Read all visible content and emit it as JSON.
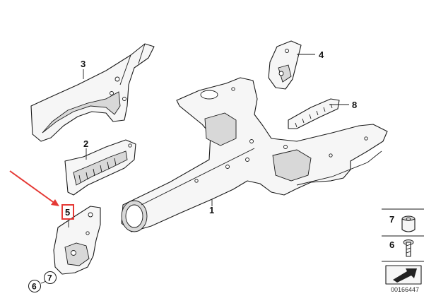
{
  "callouts": {
    "c1": "1",
    "c2": "2",
    "c3": "3",
    "c4": "4",
    "c5": "5",
    "c6": "6",
    "c7": "7",
    "c8": "8"
  },
  "legend": {
    "item7": "7",
    "item6": "6"
  },
  "doc_id": "00166447",
  "highlight": {
    "color": "#e53935",
    "target": "5"
  }
}
